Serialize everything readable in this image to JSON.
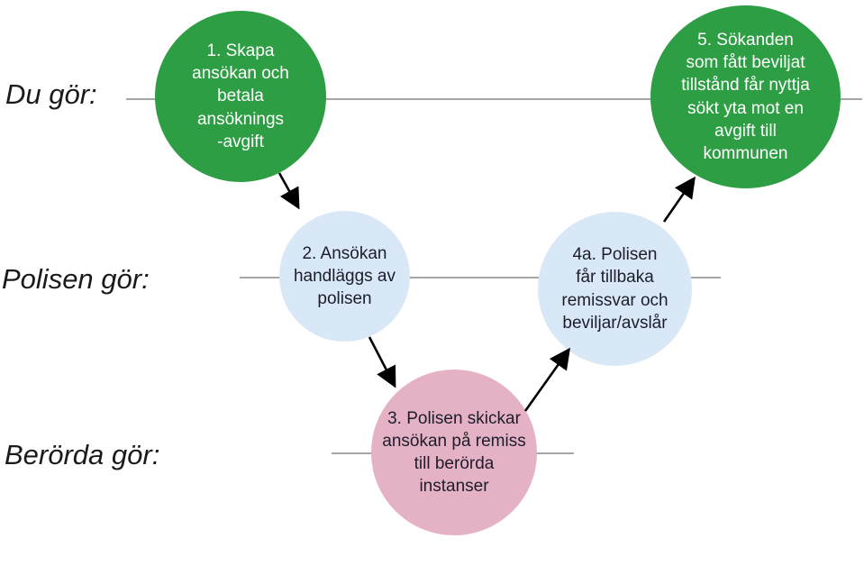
{
  "diagram": {
    "type": "process-flow",
    "lanes": [
      {
        "id": "du",
        "label": "Du gör:"
      },
      {
        "id": "polisen",
        "label": "Polisen gör:"
      },
      {
        "id": "berorda",
        "label": "Berörda gör:"
      }
    ],
    "steps": [
      {
        "id": "1",
        "lane": "du",
        "color_key": "green",
        "text": "1. Skapa\nansökan och\nbetala\nansöknings\n-avgift"
      },
      {
        "id": "2",
        "lane": "polisen",
        "color_key": "blue",
        "text": "2. Ansökan\nhandläggs av\npolisen"
      },
      {
        "id": "3",
        "lane": "berorda",
        "color_key": "pink",
        "text": "3. Polisen skickar\nansökan på remiss\ntill berörda\ninstanser"
      },
      {
        "id": "4a",
        "lane": "polisen",
        "color_key": "blue",
        "text": "4a. Polisen\nfår tillbaka\nremissvar och\nbeviljar/avslår"
      },
      {
        "id": "5",
        "lane": "du",
        "color_key": "green",
        "text": "5. Sökanden\nsom fått beviljat\ntillstånd får nyttja\nsökt yta mot en\navgift till\nkommunen"
      }
    ],
    "flow": [
      {
        "from": "1",
        "to": "2"
      },
      {
        "from": "2",
        "to": "3"
      },
      {
        "from": "3",
        "to": "4a"
      },
      {
        "from": "4a",
        "to": "5"
      }
    ],
    "colors": {
      "green": "#2e9e44",
      "blue": "#d9e8f6",
      "pink": "#e5b2c5",
      "lane_line": "#a6a6a6",
      "arrow": "#000000",
      "text_on_green": "#ffffff",
      "text_on_light": "#1d1d2b",
      "label_text": "#1a1a1a"
    }
  }
}
